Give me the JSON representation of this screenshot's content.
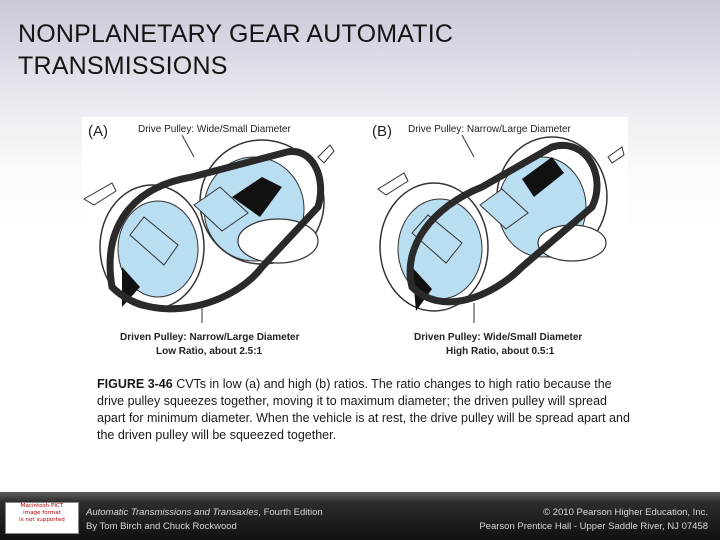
{
  "slide": {
    "title_line1": "NONPLANETARY GEAR AUTOMATIC",
    "title_line2": "TRANSMISSIONS"
  },
  "figure": {
    "panel_a": {
      "letter": "(A)",
      "top_label": "Drive Pulley: Wide/Small Diameter",
      "bottom_label": "Driven Pulley: Narrow/Large Diameter",
      "ratio_label": "Low Ratio, about 2.5:1"
    },
    "panel_b": {
      "letter": "(B)",
      "top_label": "Drive Pulley: Narrow/Large Diameter",
      "bottom_label": "Driven Pulley: Wide/Small Diameter",
      "ratio_label": "High Ratio, about 0.5:1"
    },
    "colors": {
      "pulley_blue": "#b9def2",
      "belt": "#2a2a2a",
      "shading": "#111111"
    }
  },
  "caption": {
    "figure_id": "FIGURE 3-46",
    "text": " CVTs in low (a) and high (b) ratios. The ratio changes to high ratio because the drive pulley squeezes together, moving it to maximum diameter; the driven pulley will spread apart for minimum diameter. When the vehicle is at rest, the drive pulley will be spread apart and the driven pulley will be squeezed together."
  },
  "footer": {
    "badge_line1": "Macintosh PICT",
    "badge_line2": "image format",
    "badge_line3": "is not supported",
    "book_title": "Automatic Transmissions and Transaxles",
    "edition": ", Fourth Edition",
    "authors": "By Tom Birch and Chuck Rockwood",
    "copyright": "© 2010 Pearson Higher Education, Inc.",
    "publisher": "Pearson Prentice Hall - Upper Saddle River, NJ 07458"
  }
}
